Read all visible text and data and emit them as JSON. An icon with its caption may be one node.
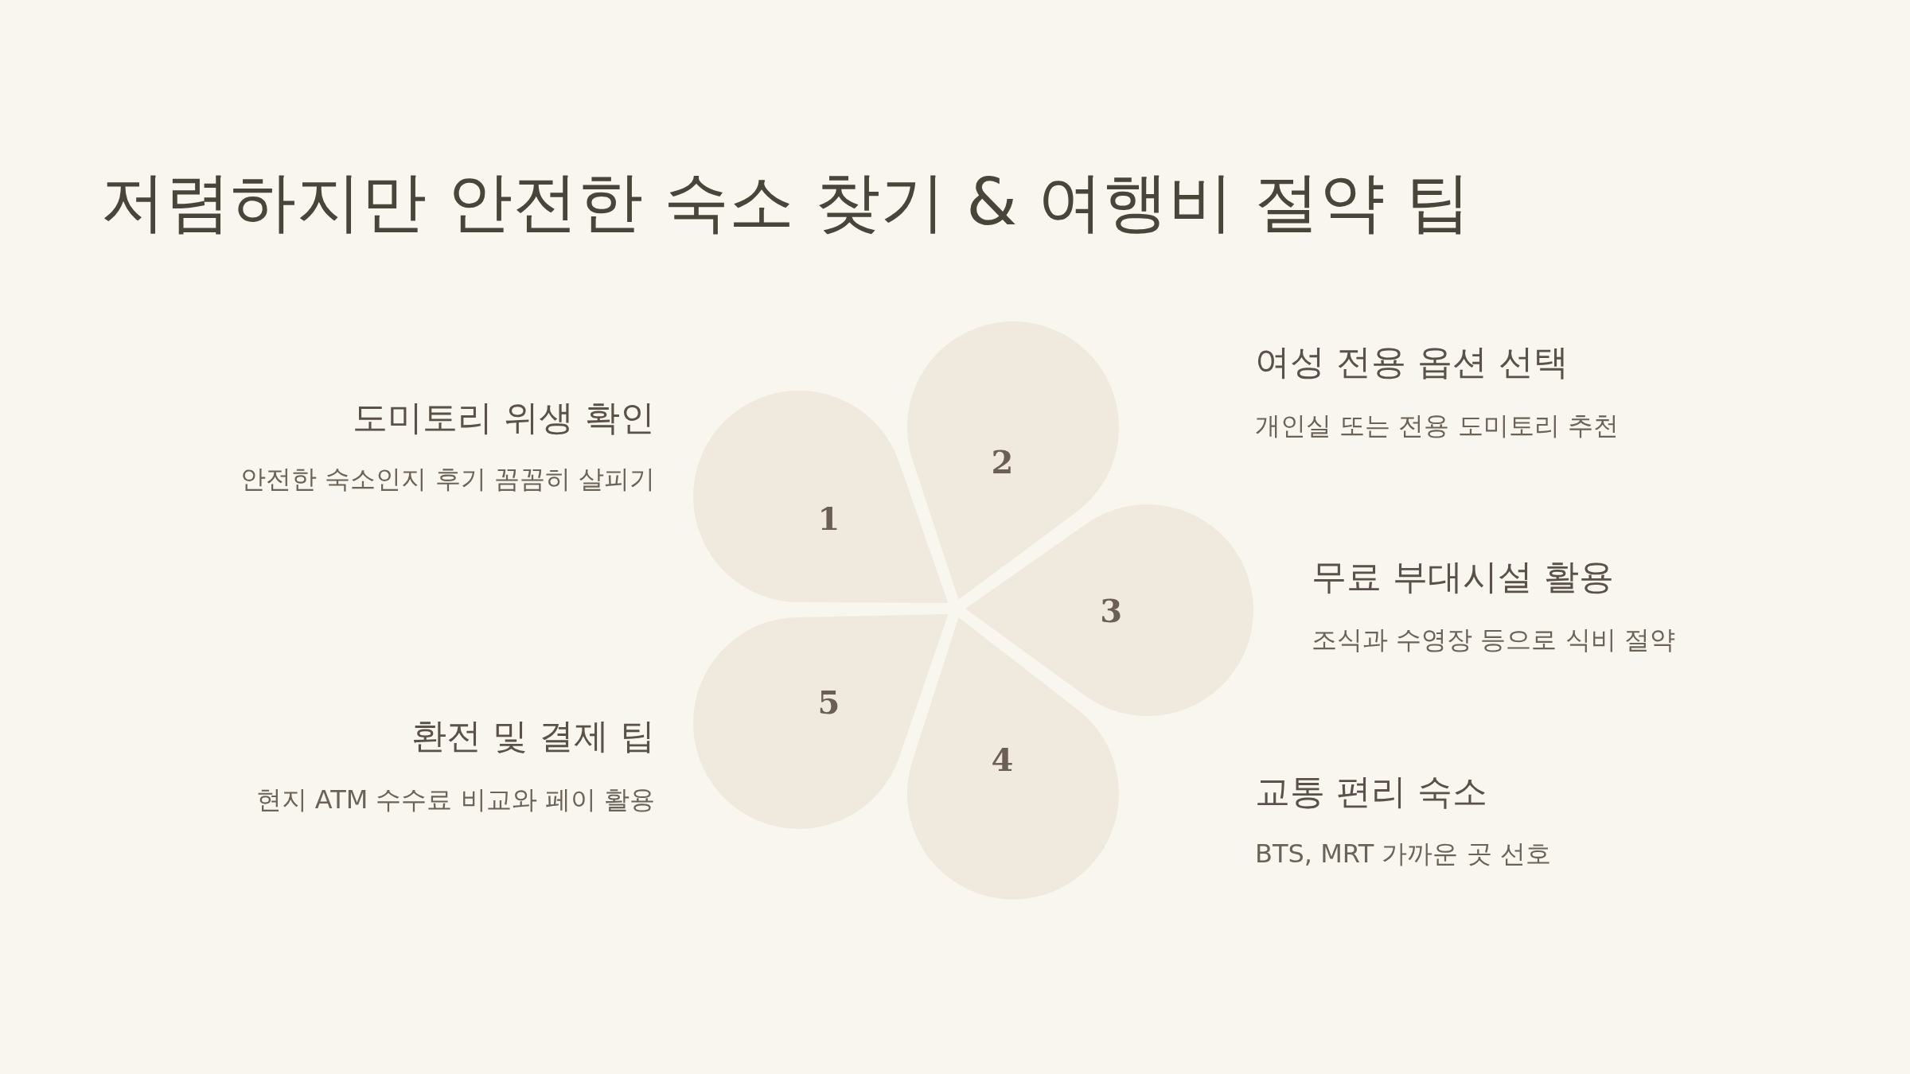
{
  "diagram": {
    "title": "저렴하지만 안전한 숙소 찾기 & 여행비 절약 팁",
    "nodes": [
      {
        "text": [
          "1"
        ],
        "beside": [
          "도미토리 위생 확인",
          "안전한 숙소인지 후기 꼼꼼히 살피기"
        ]
      },
      {
        "text": [
          "2"
        ],
        "beside": [
          "여성 전용 옵션 선택",
          "개인실 또는 전용 도미토리 추천"
        ]
      },
      {
        "text": [
          "3"
        ],
        "beside": [
          "무료 부대시설 활용",
          "조식과 수영장 등으로 식비 절약"
        ]
      },
      {
        "text": [
          "4"
        ],
        "beside": [
          "교통 편리 숙소",
          "BTS, MRT 가까운 곳 선호"
        ]
      },
      {
        "text": [
          "5"
        ],
        "beside": [
          "환전 및 결제 팁",
          "현지 ATM 수수료 비교와 페이 활용"
        ]
      }
    ]
  }
}
